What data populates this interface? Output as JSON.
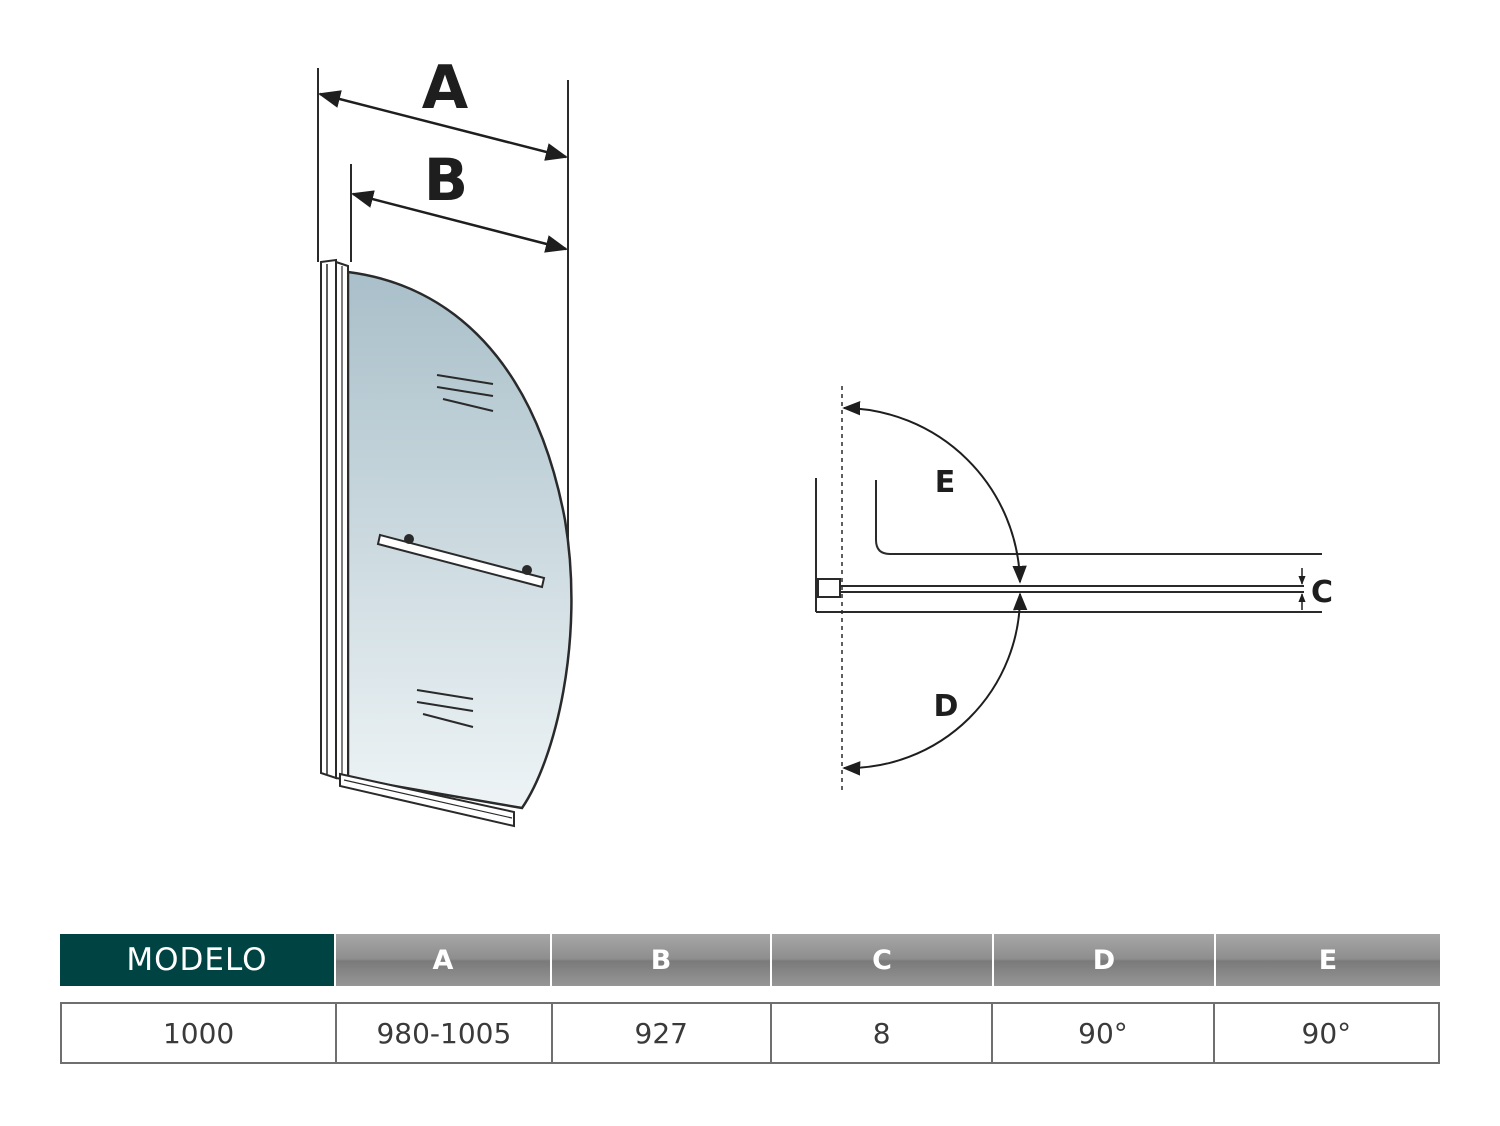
{
  "diagram": {
    "panel_labels": {
      "a": "A",
      "b": "B"
    },
    "plan_labels": {
      "e": "E",
      "c": "C",
      "d": "D"
    },
    "colors": {
      "glass_top": "#a9bfc9",
      "glass_bottom": "#e6eff2",
      "line": "#2a2a2a"
    }
  },
  "table": {
    "headers": [
      "MODELO",
      "A",
      "B",
      "C",
      "D",
      "E"
    ],
    "values": [
      "1000",
      "980-1005",
      "927",
      "8",
      "90°",
      "90°"
    ],
    "header_color": "#004343"
  }
}
